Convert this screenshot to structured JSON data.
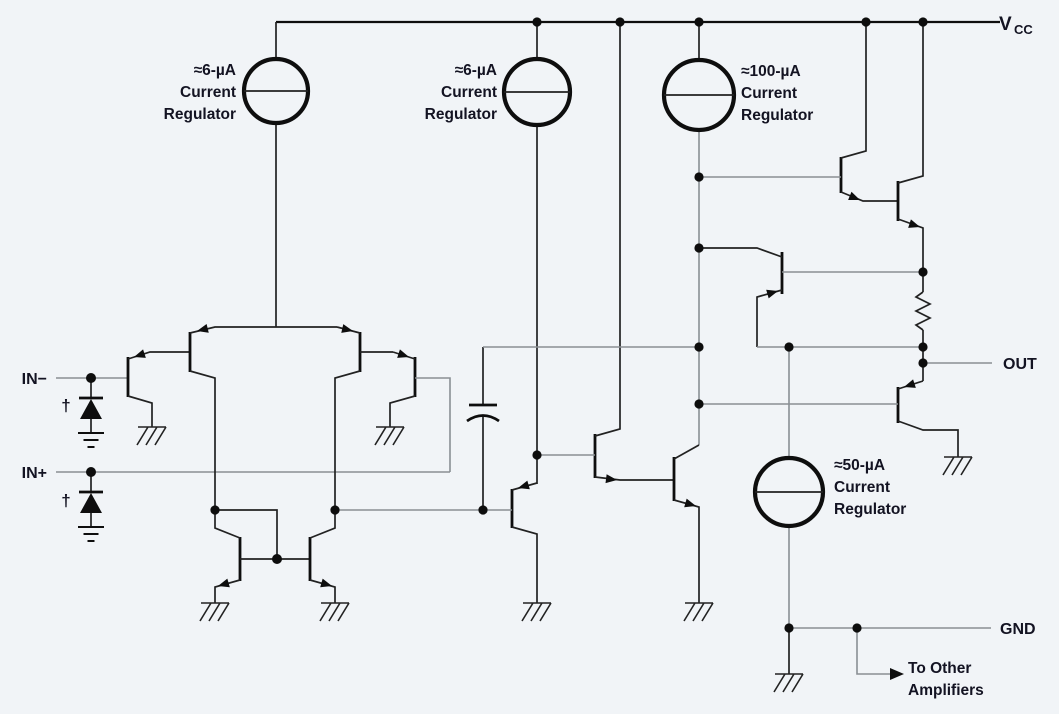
{
  "colors": {
    "background": "#f1f4f7",
    "ink": "#0e0e0e",
    "wire_gray": "#8a8f94",
    "text": "#131322"
  },
  "power": {
    "vcc_main": "V",
    "vcc_sub": "CC",
    "gnd": "GND"
  },
  "ports": {
    "in_minus": "IN−",
    "in_plus": "IN+",
    "out": "OUT"
  },
  "clamp_note_symbol": "†",
  "current_regulators": [
    {
      "id": "input-stage-6uA",
      "value": "≈6-µA",
      "word1": "Current",
      "word2": "Regulator"
    },
    {
      "id": "second-stage-6uA",
      "value": "≈6-µA",
      "word1": "Current",
      "word2": "Regulator"
    },
    {
      "id": "gain-stage-100uA",
      "value": "≈100-µA",
      "word1": "Current",
      "word2": "Regulator"
    },
    {
      "id": "output-50uA",
      "value": "≈50-µA",
      "word1": "Current",
      "word2": "Regulator"
    }
  ],
  "annotation": {
    "line1": "To Other",
    "line2": "Amplifiers"
  }
}
